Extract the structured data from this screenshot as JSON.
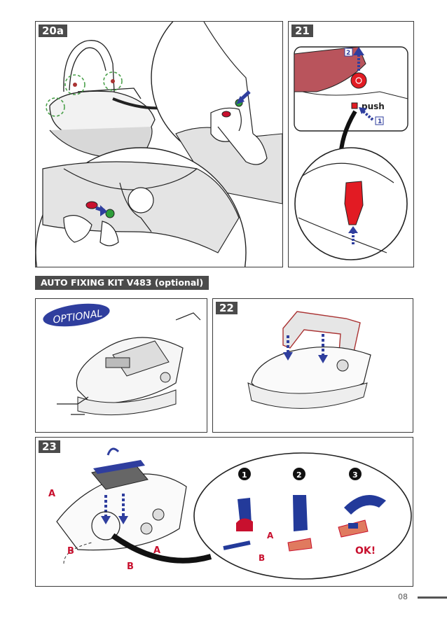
{
  "panels": {
    "p20a": {
      "tag": "20a"
    },
    "p21": {
      "tag": "21",
      "push_label": "push",
      "step1": "1",
      "step2": "2"
    },
    "p_opt": {
      "badge": "OPTIONAL"
    },
    "p22": {
      "tag": "22"
    },
    "p23": {
      "tag": "23",
      "label_a": "A",
      "label_b": "B",
      "step1": "1",
      "step2": "2",
      "step3": "3",
      "ok": "OK!"
    }
  },
  "section_banner": "AUTO FIXING KIT V483 (optional)",
  "page_number": "08",
  "colors": {
    "tag_bg": "#4b4b4b",
    "blue": "#2f3e9e",
    "red": "#c8102e",
    "green": "#2e9e3a",
    "strap_blue": "#233a9a",
    "seat_red": "#b9545c"
  }
}
